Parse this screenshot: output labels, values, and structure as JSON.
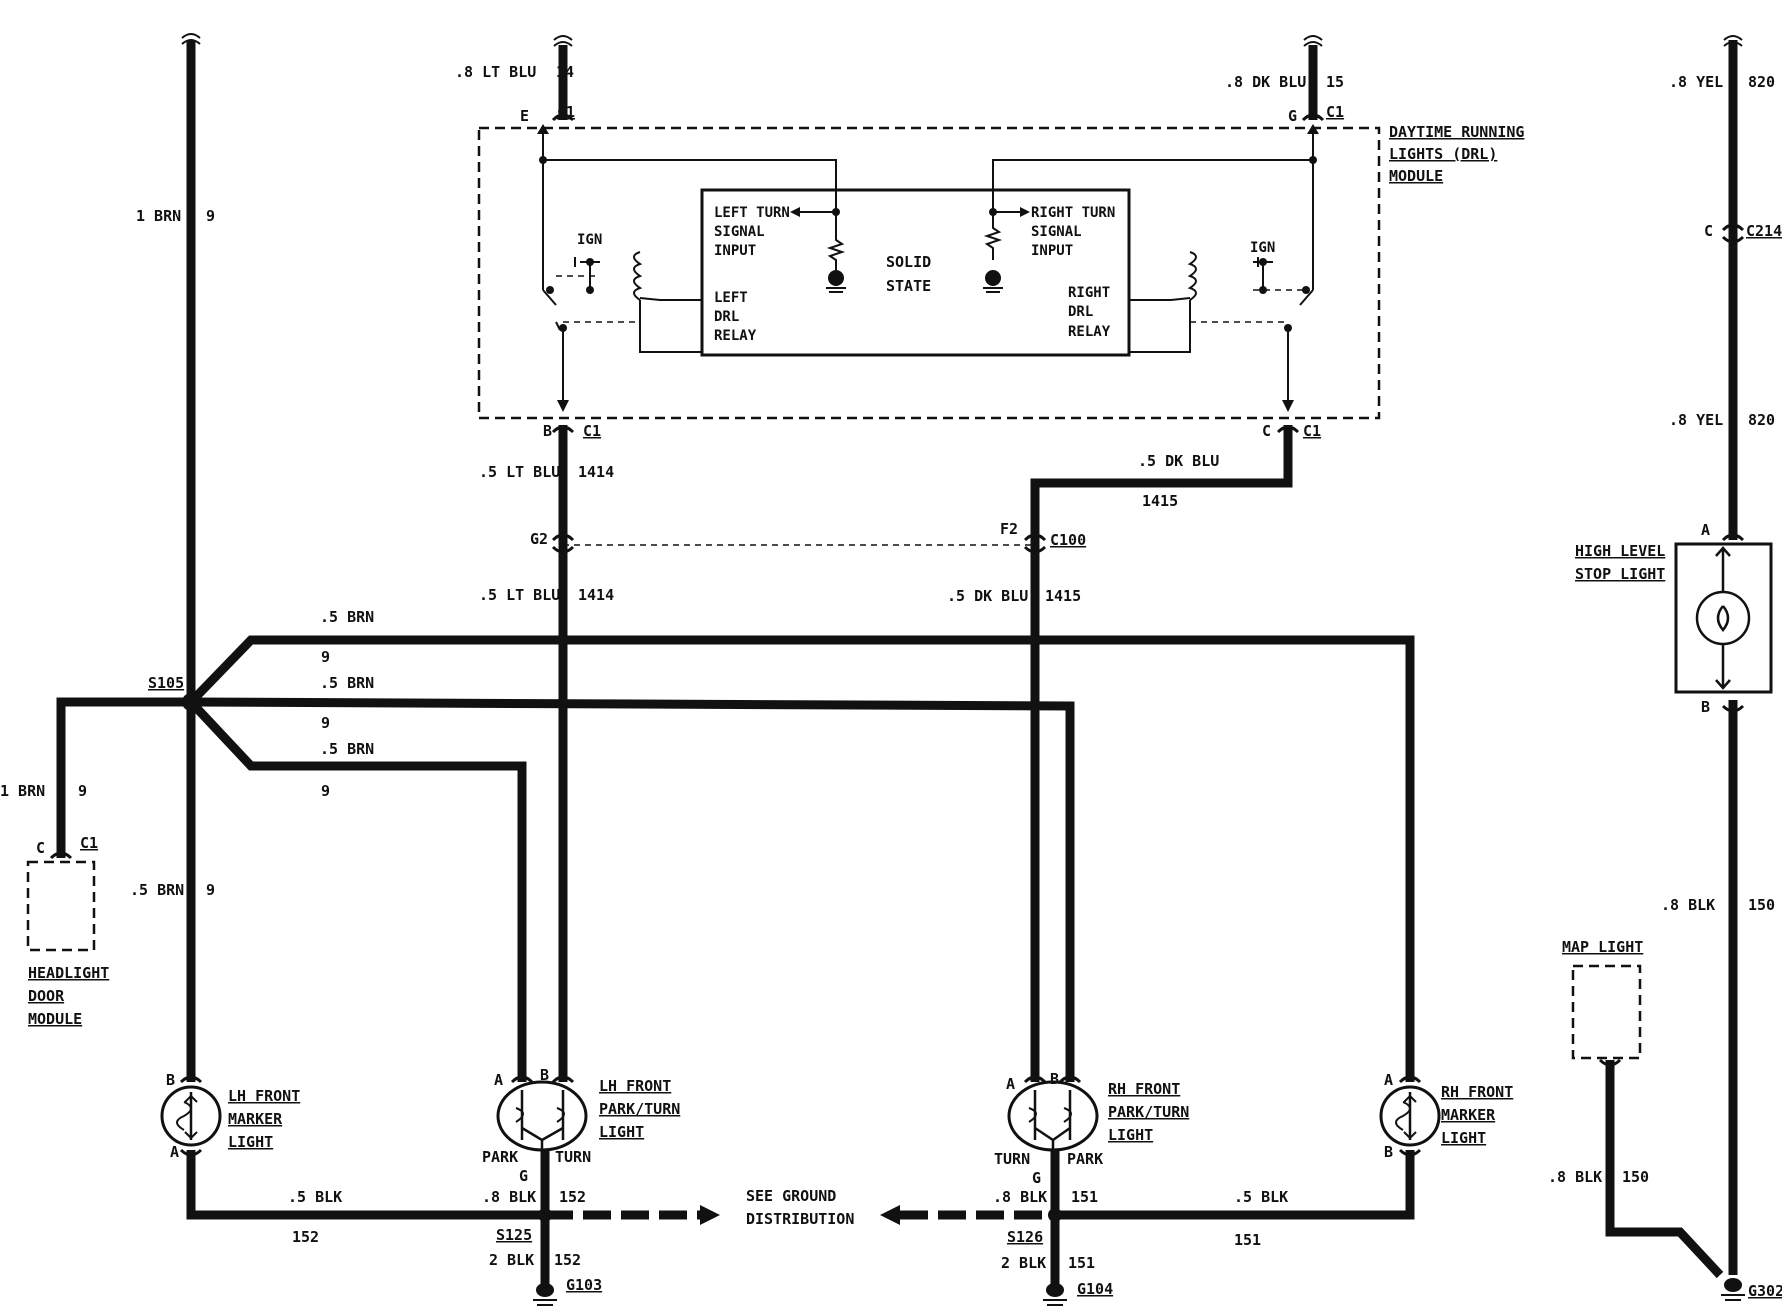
{
  "top": {
    "left_wire": {
      "gauge": ".8 LT BLU",
      "circuit": "14"
    },
    "right_wire": {
      "gauge": ".8 DK BLU",
      "circuit": "15"
    },
    "left_conn": {
      "pin": "E",
      "conn": "C1"
    },
    "right_conn": {
      "pin": "G",
      "conn": "C1"
    }
  },
  "module": {
    "title1": "DAYTIME RUNNING",
    "title2": "LIGHTS (DRL)",
    "title3": "MODULE",
    "left_turn1": "LEFT TURN",
    "left_turn2": "SIGNAL",
    "left_turn3": "INPUT",
    "right_turn1": "RIGHT TURN",
    "right_turn2": "SIGNAL",
    "right_turn3": "INPUT",
    "solid1": "SOLID",
    "solid2": "STATE",
    "left_relay1": "LEFT",
    "left_relay2": "DRL",
    "left_relay3": "RELAY",
    "right_relay1": "RIGHT",
    "right_relay2": "DRL",
    "right_relay3": "RELAY",
    "ign": "IGN"
  },
  "mid": {
    "b_pin": "B",
    "b_conn": "C1",
    "c_pin": "C",
    "c_conn": "C1",
    "lt_blu_1": ".5 LT BLU",
    "c1414_1": "1414",
    "dk_blu_1": ".5 DK BLU",
    "c1415_1": "1415",
    "g2": "G2",
    "f2": "F2",
    "c100": "C100",
    "lt_blu_2": ".5 LT BLU",
    "c1414_2": "1414",
    "dk_blu_2": ".5 DK BLU",
    "c1415_2": "1415"
  },
  "left": {
    "brn_1": "1 BRN",
    "c9_1": "9",
    "s105": "S105",
    "brn_a": ".5 BRN",
    "c9_a": "9",
    "brn_b": ".5 BRN",
    "c9_b": "9",
    "brn_c": ".5 BRN",
    "c9_c": "9",
    "brn_2": "1 BRN",
    "c9_2": "9",
    "hd_pin": "C",
    "hd_conn": "C1",
    "hd1": "HEADLIGHT",
    "hd2": "DOOR",
    "hd3": "MODULE",
    "brn_3": ".5 BRN",
    "c9_3": "9"
  },
  "lights": {
    "lh_marker1": "LH FRONT",
    "lh_marker2": "MARKER",
    "lh_marker3": "LIGHT",
    "lh_pt1": "LH FRONT",
    "lh_pt2": "PARK/TURN",
    "lh_pt3": "LIGHT",
    "rh_pt1": "RH FRONT",
    "rh_pt2": "PARK/TURN",
    "rh_pt3": "LIGHT",
    "rh_marker1": "RH FRONT",
    "rh_marker2": "MARKER",
    "rh_marker3": "LIGHT",
    "park": "PARK",
    "turn": "TURN",
    "g": "G",
    "a": "A",
    "b": "B"
  },
  "ground": {
    "blk_l": ".5 BLK",
    "c152_l": "152",
    "blk8_l": ".8 BLK",
    "c152_a": "152",
    "s125": "S125",
    "blk2_l": "2 BLK",
    "c152_b": "152",
    "g103": "G103",
    "see1": "SEE GROUND",
    "see2": "DISTRIBUTION",
    "blk8_r": ".8 BLK",
    "c151_a": "151",
    "s126": "S126",
    "blk2_r": "2 BLK",
    "c151_b": "151",
    "g104": "G104",
    "blk_r": ".5 BLK",
    "c151_r": "151"
  },
  "right_side": {
    "yel_1": ".8 YEL",
    "c820_1": "820",
    "c214_pin": "C",
    "c214": "C214",
    "yel_2": ".8 YEL",
    "c820_2": "820",
    "a": "A",
    "b": "B",
    "hls1": "HIGH LEVEL",
    "hls2": "STOP LIGHT",
    "blk_1": ".8 BLK",
    "c150_1": "150",
    "map": "MAP LIGHT",
    "blk_2": ".8 BLK",
    "c150_2": "150",
    "g302": "G302"
  }
}
